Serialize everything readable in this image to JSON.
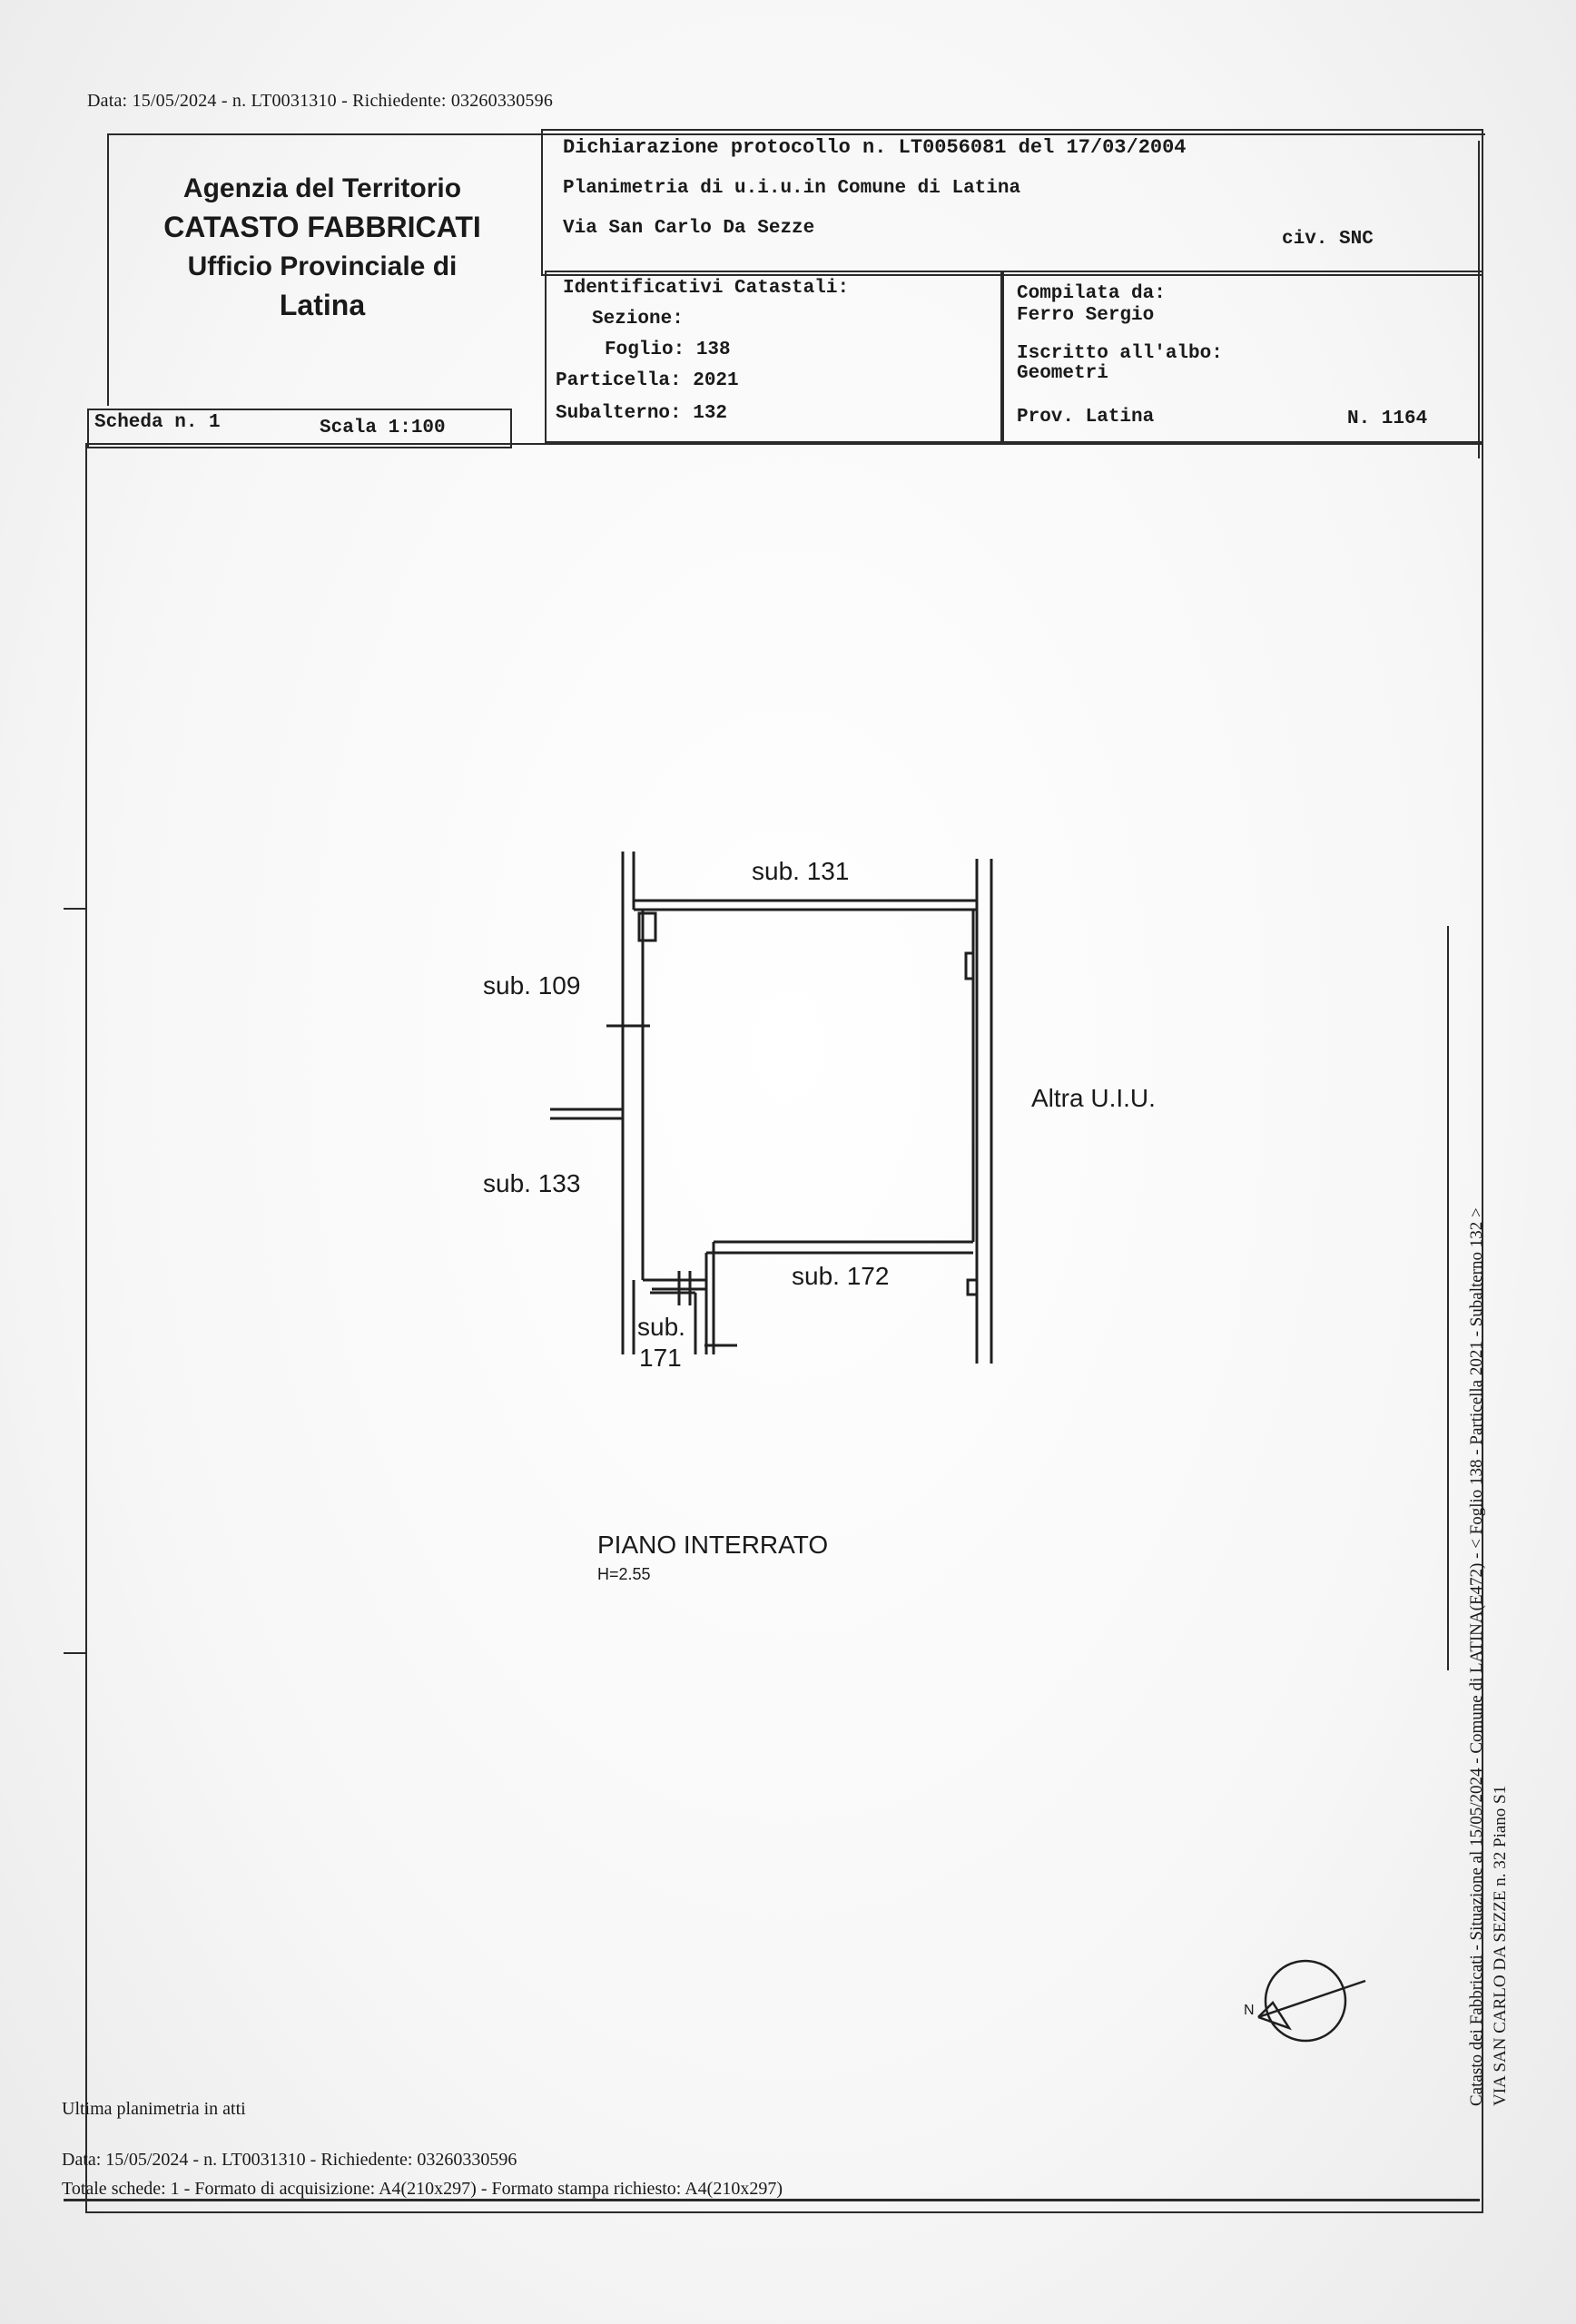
{
  "header": {
    "top_line": "Data: 15/05/2024 - n. LT0031310 - Richiedente: 03260330596",
    "agency": {
      "line1": "Agenzia del Territorio",
      "line2": "CATASTO FABBRICATI",
      "line3": "Ufficio Provinciale di",
      "line4": "Latina"
    },
    "declaration": {
      "protocol": "Dichiarazione protocollo n. LT0056081 del 17/03/2004",
      "plan": "Planimetria di u.i.u.in Comune di Latina",
      "address": "Via San Carlo Da Sezze",
      "civ": "civ. SNC"
    },
    "identifiers": {
      "title": "Identificativi Catastali:",
      "sezione": "Sezione:",
      "foglio": "Foglio: 138",
      "particella": "Particella: 2021",
      "subalterno": "Subalterno: 132"
    },
    "compiler": {
      "title": "Compilata da:",
      "name": "Ferro Sergio",
      "albo": "Iscritto all'albo:",
      "profession": "Geometri",
      "prov": "Prov. Latina",
      "number": "N.  1164"
    },
    "scheda": "Scheda n. 1",
    "scala": "Scala 1:100"
  },
  "plan": {
    "labels": {
      "sub131": "sub. 131",
      "sub109": "sub. 109",
      "sub133": "sub. 133",
      "sub172": "sub. 172",
      "sub171_a": "sub.",
      "sub171_b": "171",
      "altra": "Altra U.I.U.",
      "piano": "PIANO INTERRATO",
      "height": "H=2.55",
      "north": "N"
    }
  },
  "side_text": {
    "line1": "Catasto dei Fabbricati - Situazione al 15/05/2024 - Comune di LATINA(E472) - < Foglio 138 - Particella  2021  - Subalterno 132 >",
    "line2": "VIA SAN CARLO DA SEZZE n. 32 Piano S1"
  },
  "footer": {
    "last": "Ultima planimetria in atti",
    "date_line": "Data: 15/05/2024 - n. LT0031310 - Richiedente: 03260330596",
    "schede": "Totale schede: 1 - Formato di acquisizione: A4(210x297)  - Formato stampa richiesto: A4(210x297)"
  }
}
